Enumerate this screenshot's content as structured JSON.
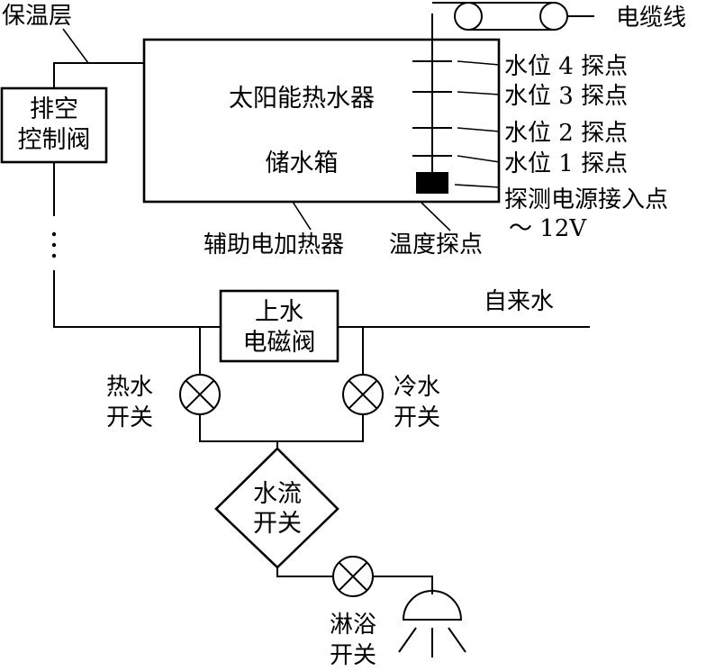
{
  "labels": {
    "insulation": "保温层",
    "cable": "电缆线",
    "vent_line1": "排空",
    "vent_line2": "控制阀",
    "tank_line1": "太阳能热水器",
    "tank_line2": "储水箱",
    "level4": "水位 4 探点",
    "level3": "水位 3 探点",
    "level2": "水位 2 探点",
    "level1": "水位 1 探点",
    "power_probe": "探测电源接入点",
    "voltage": "～ 12V",
    "aux_heater": "辅助电加热器",
    "temp_probe": "温度探点",
    "tap_water": "自来水",
    "inlet_line1": "上水",
    "inlet_line2": "电磁阀",
    "hot_line1": "热水",
    "hot_line2": "开关",
    "cold_line1": "冷水",
    "cold_line2": "开关",
    "flow_line1": "水流",
    "flow_line2": "开关",
    "shower_line1": "淋浴",
    "shower_line2": "开关"
  }
}
